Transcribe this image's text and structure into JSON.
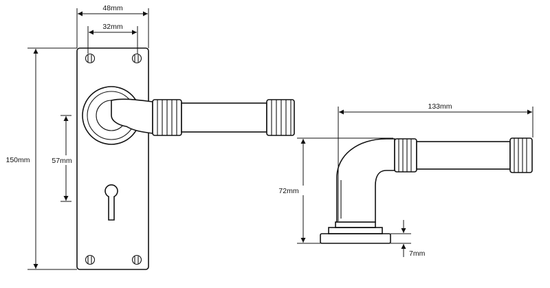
{
  "dimensions": {
    "backplate_width": "48mm",
    "fixing_centres": "32mm",
    "backplate_height": "150mm",
    "lever_to_keyhole": "57mm",
    "lever_length": "133mm",
    "projection": "72mm",
    "rose_thickness": "7mm"
  },
  "colors": {
    "line": "#111111",
    "background": "#ffffff"
  }
}
